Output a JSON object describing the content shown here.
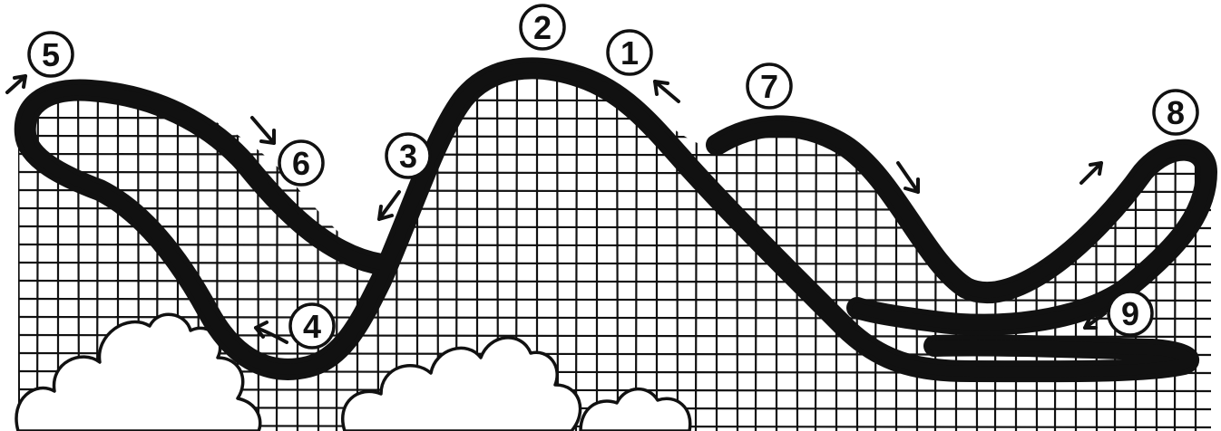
{
  "diagram": {
    "colors": {
      "ink": "#111111",
      "paper": "#ffffff"
    },
    "markers": [
      {
        "label": "1",
        "arrow": "up-left"
      },
      {
        "label": "2",
        "arrow": "none"
      },
      {
        "label": "3",
        "arrow": "down-left"
      },
      {
        "label": "4",
        "arrow": "left"
      },
      {
        "label": "5",
        "arrow": "up-right"
      },
      {
        "label": "6",
        "arrow": "down-right"
      },
      {
        "label": "7",
        "arrow": "down-right"
      },
      {
        "label": "8",
        "arrow": "up-right"
      },
      {
        "label": "9",
        "arrow": "down-left"
      }
    ]
  }
}
